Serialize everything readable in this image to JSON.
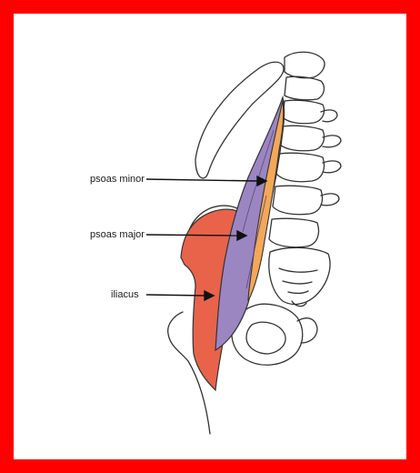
{
  "labels": {
    "psoas_minor": "psoas minor",
    "psoas_major": "psoas major",
    "iliacus": "iliacus"
  },
  "colors": {
    "frame": "#fe0000",
    "psoas_major": "#9b86c2",
    "psoas_minor": "#f2a857",
    "iliacus": "#e8634a",
    "outline": "#333333"
  }
}
